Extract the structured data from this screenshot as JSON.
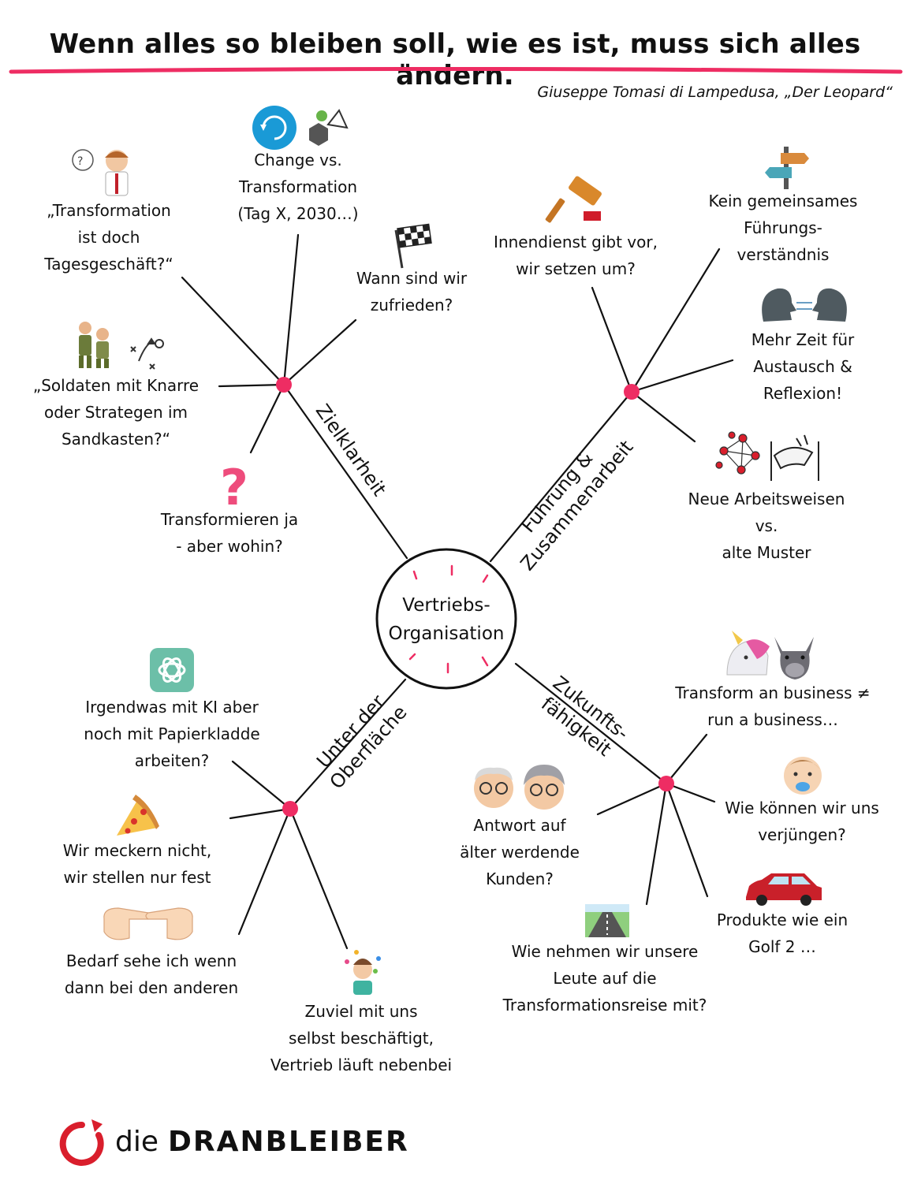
{
  "header": {
    "title": "Wenn alles so bleiben soll, wie es ist, muss sich alles ändern.",
    "quote": "Giuseppe Tomasi di Lampedusa, „Der Leopard“"
  },
  "center": {
    "line1": "Vertriebs-",
    "line2": "Organisation"
  },
  "branches": {
    "zielklarheit": "Zielklarheit",
    "fuehrung": {
      "line1": "Führung &",
      "line2": "Zusammenarbeit"
    },
    "oberflaeche": {
      "line1": "Unter der",
      "line2": "Oberfläche"
    },
    "zukunft": {
      "line1": "Zukunfts-",
      "line2": "fähigkeit"
    }
  },
  "labels": {
    "change": [
      "Change vs.",
      "Transformation",
      "(Tag X, 2030…)"
    ],
    "tagesgeschaeft": [
      "„Transformation",
      "ist doch",
      "Tagesgeschäft?“"
    ],
    "zufrieden": [
      "Wann sind wir",
      "zufrieden?"
    ],
    "soldaten": [
      "„Soldaten mit Knarre",
      "oder Strategen im",
      "Sandkasten?“"
    ],
    "wohin": [
      "Transformieren ja",
      "- aber wohin?"
    ],
    "innendienst": [
      "Innendienst gibt vor,",
      "wir setzen um?"
    ],
    "fuehrungsverstaendnis": [
      "Kein gemeinsames",
      "Führungs-",
      "verständnis"
    ],
    "austausch": [
      "Mehr Zeit für",
      "Austausch &",
      "Reflexion!"
    ],
    "arbeitsweisen": [
      "Neue Arbeitsweisen",
      "vs.",
      "alte Muster"
    ],
    "ki": [
      "Irgendwas mit KI aber",
      "noch mit Papierkladde",
      "arbeiten?"
    ],
    "meckern": [
      "Wir meckern nicht,",
      "wir stellen nur fest"
    ],
    "bedarf": [
      "Bedarf sehe ich wenn",
      "dann bei den anderen"
    ],
    "zuviel": [
      "Zuviel mit uns",
      "selbst beschäftigt,",
      "Vertrieb läuft nebenbei"
    ],
    "transform": [
      "Transform an business ≠",
      "run a business…"
    ],
    "verjuengen": [
      "Wie können wir uns",
      "verjüngen?"
    ],
    "kunden": [
      "Antwort auf",
      "älter werdende",
      "Kunden?"
    ],
    "golf": [
      "Produkte wie ein",
      "Golf 2 …"
    ],
    "leute": [
      "Wie nehmen wir unsere",
      "Leute auf die",
      "Transformationsreise mit?"
    ]
  },
  "icons": {
    "confused_man": "confused-man-icon",
    "change_circle": "change-circle-icon",
    "shapes": "shapes-icon",
    "flag": "checkered-flag-icon",
    "soldiers": "soldiers-icon",
    "tactics": "tactics-icon",
    "question": "question-mark-icon",
    "gavel": "gavel-icon",
    "signpost": "signpost-icon",
    "heads": "talking-heads-icon",
    "network": "network-icon",
    "handshake": "handshake-icon",
    "openai": "ai-logo-icon",
    "pizza": "pizza-icon",
    "pointing": "pointing-hands-icon",
    "juggler": "juggler-icon",
    "unicorn": "unicorn-icon",
    "donkey": "donkey-icon",
    "baby": "baby-icon",
    "old_couple": "old-couple-icon",
    "car": "car-icon",
    "road": "road-icon"
  },
  "colors": {
    "accent": "#ee2d63",
    "line": "#111111",
    "teal": "#6cbfa8"
  },
  "footer": {
    "die": "die",
    "brand": "DRANBLEIBER"
  }
}
